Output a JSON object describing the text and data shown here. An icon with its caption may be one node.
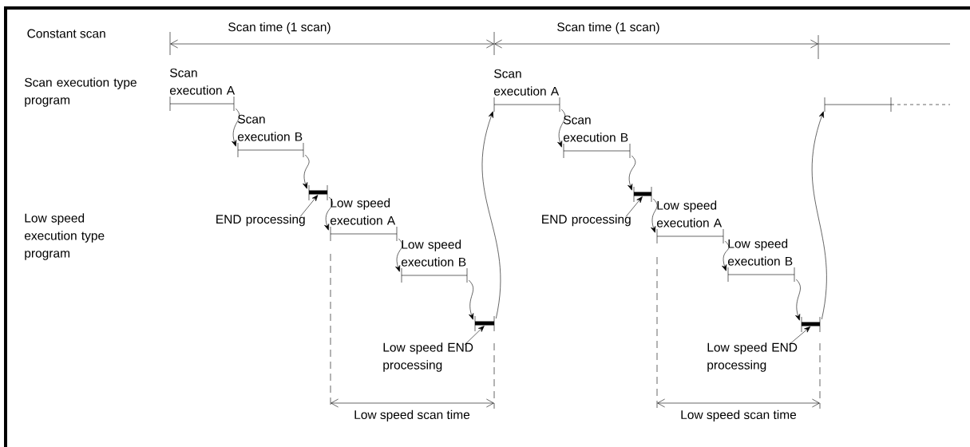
{
  "diagram": {
    "nodes": [
      {
        "text": [
          "Scan execution A"
        ]
      },
      {
        "text": [
          "Scan execution B"
        ]
      },
      {
        "text": [],
        "shape": "bar"
      },
      {
        "text": [
          "END processing"
        ]
      },
      {
        "text": [
          "Low speed execution A"
        ]
      },
      {
        "text": [
          "Low speed execution B"
        ]
      },
      {
        "text": [],
        "shape": "bar"
      },
      {
        "text": [
          "Low speed END processing"
        ]
      },
      {
        "text": [
          "Scan execution A"
        ]
      },
      {
        "text": [
          "Scan execution B"
        ]
      },
      {
        "text": [],
        "shape": "bar"
      },
      {
        "text": [
          "END processing"
        ]
      },
      {
        "text": [
          "Low speed execution A"
        ]
      },
      {
        "text": [
          "Low speed execution B"
        ]
      },
      {
        "text": [],
        "shape": "bar"
      },
      {
        "text": [
          "Low speed END processing"
        ]
      },
      {
        "text": [],
        "shape": "line"
      }
    ],
    "edges": [
      {
        "from": 0,
        "to": 1,
        "arrow": "to"
      },
      {
        "from": 1,
        "to": 2,
        "arrow": "to"
      },
      {
        "from": 3,
        "to": 2,
        "arrow": "to"
      },
      {
        "from": 2,
        "to": 4,
        "arrow": "to"
      },
      {
        "from": 4,
        "to": 5,
        "arrow": "to"
      },
      {
        "from": 5,
        "to": 6,
        "arrow": "to"
      },
      {
        "from": 7,
        "to": 6,
        "arrow": "to"
      },
      {
        "from": 6,
        "to": 8,
        "arrow": "to"
      },
      {
        "from": 8,
        "to": 9,
        "arrow": "to"
      },
      {
        "from": 9,
        "to": 10,
        "arrow": "to"
      },
      {
        "from": 11,
        "to": 10,
        "arrow": "to"
      },
      {
        "from": 10,
        "to": 12,
        "arrow": "to"
      },
      {
        "from": 12,
        "to": 13,
        "arrow": "to"
      },
      {
        "from": 13,
        "to": 14,
        "arrow": "to"
      },
      {
        "from": 15,
        "to": 14,
        "arrow": "to"
      },
      {
        "from": 14,
        "to": 16,
        "arrow": "to"
      }
    ],
    "labels": [
      "Constant scan",
      "Scan time (1 scan)",
      "Scan time (1 scan)",
      "Scan execution type program",
      "Low speed execution type program",
      "Low speed scan time",
      "Low speed scan time"
    ]
  }
}
